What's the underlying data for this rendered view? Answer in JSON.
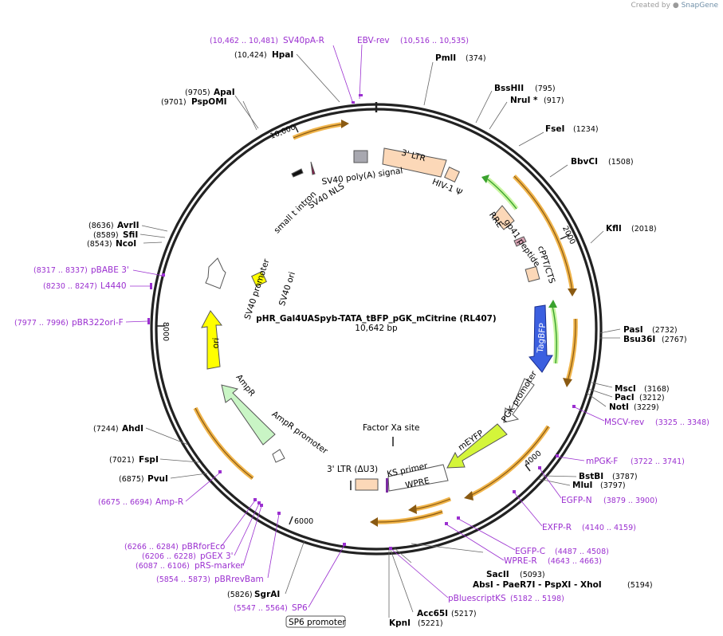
{
  "header": {
    "created_by": "Created by",
    "brand_name": "SnapGene"
  },
  "map": {
    "name": "pHR_Gal4UASpyb-TATA_tBFP_pGK_mCitrine (RL407)",
    "length": "10,642 bp",
    "total_bp": 10642,
    "ruler_ticks": [
      {
        "bp": 2000,
        "label": "2000"
      },
      {
        "bp": 4000,
        "label": "4000"
      },
      {
        "bp": 6000,
        "label": "6000"
      },
      {
        "bp": 8000,
        "label": "8000"
      },
      {
        "bp": 10000,
        "label": "10,000"
      }
    ]
  },
  "colors": {
    "backbone": "#222222",
    "enzyme_text": "#000000",
    "primer_text": "#9b30d0",
    "orange_arrow": "#f0b44a",
    "orange_fill": "#f9d9ae",
    "ltr_fill": "#fcd8b8",
    "tagbfp": "#3b5fe0",
    "meyfp": "#d4f53a",
    "ori": "#ffff00",
    "ampr": "#c9f5c5",
    "polyA_gray": "#a8a8b0",
    "green_arrow": "#3aa22e",
    "primer_mark": "#9b30d0"
  },
  "enzymes": [
    {
      "name": "PmlI",
      "pos": "(374)",
      "label_side": "right"
    },
    {
      "name": "BssHII",
      "pos": "(795)",
      "label_side": "right"
    },
    {
      "name": "NruI *",
      "pos": "(917)",
      "label_side": "right"
    },
    {
      "name": "FseI",
      "pos": "(1234)",
      "label_side": "right"
    },
    {
      "name": "BbvCI",
      "pos": "(1508)",
      "label_side": "right"
    },
    {
      "name": "KflI",
      "pos": "(2018)",
      "label_side": "right"
    },
    {
      "name": "PasI",
      "pos": "(2732)",
      "label_side": "right"
    },
    {
      "name": "Bsu36I",
      "pos": "(2767)",
      "label_side": "right"
    },
    {
      "name": "MscI",
      "pos": "(3168)",
      "label_side": "right"
    },
    {
      "name": "PacI",
      "pos": "(3212)",
      "label_side": "right"
    },
    {
      "name": "NotI",
      "pos": "(3229)",
      "label_side": "right"
    },
    {
      "name": "BstBI",
      "pos": "(3787)",
      "label_side": "right"
    },
    {
      "name": "MluI",
      "pos": "(3797)",
      "label_side": "right"
    },
    {
      "name": "SacII",
      "pos": "(5093)",
      "label_side": "right"
    },
    {
      "name": "AbsI - PaeR7I - PspXI - XhoI",
      "pos": "(5194)",
      "label_side": "right"
    },
    {
      "name": "Acc65I",
      "pos": "(5217)",
      "label_side": "right"
    },
    {
      "name": "KpnI",
      "pos": "(5221)",
      "label_side": "left"
    },
    {
      "name": "SgrAI",
      "pos": "(5826)",
      "label_side": "left"
    },
    {
      "name": "PvuI",
      "pos": "(6875)",
      "label_side": "left"
    },
    {
      "name": "FspI",
      "pos": "(7021)",
      "label_side": "left"
    },
    {
      "name": "AhdI",
      "pos": "(7244)",
      "label_side": "left"
    },
    {
      "name": "NcoI",
      "pos": "(8543)",
      "label_side": "left"
    },
    {
      "name": "SfiI",
      "pos": "(8589)",
      "label_side": "left"
    },
    {
      "name": "AvrII",
      "pos": "(8636)",
      "label_side": "left"
    },
    {
      "name": "PspOMI",
      "pos": "(9701)",
      "label_side": "left"
    },
    {
      "name": "ApaI",
      "pos": "(9705)",
      "label_side": "left"
    },
    {
      "name": "HpaI",
      "pos": "(10,424)",
      "label_side": "left"
    }
  ],
  "primers": [
    {
      "name": "SV40pA-R",
      "range": "(10,462 .. 10,481)"
    },
    {
      "name": "EBV-rev",
      "range": "(10,516 .. 10,535)"
    },
    {
      "name": "MSCV-rev",
      "range": "(3325 .. 3348)"
    },
    {
      "name": "mPGK-F",
      "range": "(3722 .. 3741)"
    },
    {
      "name": "EGFP-N",
      "range": "(3879 .. 3900)"
    },
    {
      "name": "EXFP-R",
      "range": "(4140 .. 4159)"
    },
    {
      "name": "EGFP-C",
      "range": "(4487 .. 4508)"
    },
    {
      "name": "WPRE-R",
      "range": "(4643 .. 4663)"
    },
    {
      "name": "pBluescriptKS",
      "range": "(5182 .. 5198)"
    },
    {
      "name": "SP6",
      "range": "(5547 .. 5564)"
    },
    {
      "name": "pBRrevBam",
      "range": "(5854 .. 5873)"
    },
    {
      "name": "pRS-marker",
      "range": "(6087 .. 6106)"
    },
    {
      "name": "pGEX 3'",
      "range": "(6206 .. 6228)"
    },
    {
      "name": "pBRforEco",
      "range": "(6266 .. 6284)"
    },
    {
      "name": "Amp-R",
      "range": "(6675 .. 6694)"
    },
    {
      "name": "pBR322ori-F",
      "range": "(7977 .. 7996)"
    },
    {
      "name": "L4440",
      "range": "(8230 .. 8247)"
    },
    {
      "name": "pBABE 3'",
      "range": "(8317 .. 8337)"
    }
  ],
  "features": [
    {
      "name": "3' LTR"
    },
    {
      "name": "HIV-1 Ψ"
    },
    {
      "name": "SV40 poly(A) signal"
    },
    {
      "name": "SV40 NLS"
    },
    {
      "name": "small t intron"
    },
    {
      "name": "RRE"
    },
    {
      "name": "gp41 peptide"
    },
    {
      "name": "cPPT/CTS"
    },
    {
      "name": "TagBFP"
    },
    {
      "name": "PGK promoter"
    },
    {
      "name": "mEYFP"
    },
    {
      "name": "Factor Xa site"
    },
    {
      "name": "KS primer"
    },
    {
      "name": "WPRE"
    },
    {
      "name": "3' LTR (ΔU3)"
    },
    {
      "name": "SP6 promoter"
    },
    {
      "name": "AmpR promoter"
    },
    {
      "name": "AmpR"
    },
    {
      "name": "ori"
    },
    {
      "name": "SV40 ori"
    },
    {
      "name": "SV40 promoter"
    }
  ]
}
